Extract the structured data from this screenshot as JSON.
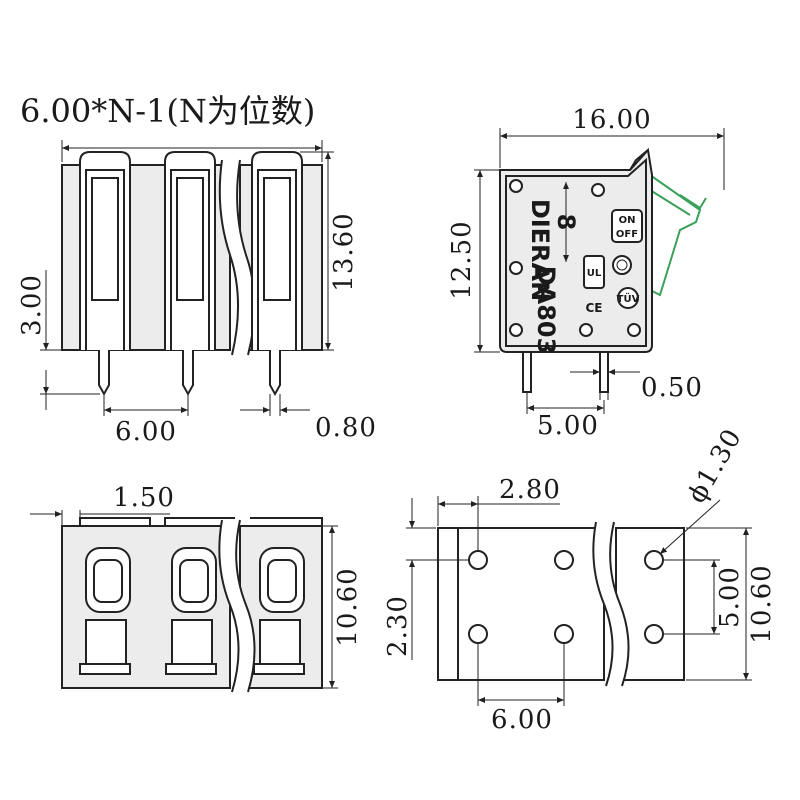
{
  "title": "6.00*N-1(N为位数)",
  "colors": {
    "line": "#222222",
    "body_fill": "#ececec",
    "lever_open": "#3aa05a"
  },
  "front_view": {
    "dims": {
      "pitch": "6.00",
      "height": "13.60",
      "pin_length": "3.00",
      "pin_width": "0.80"
    }
  },
  "side_view": {
    "dims": {
      "width": "16.00",
      "height": "12.50",
      "pin_width": "0.50",
      "pin_offset": "5.00"
    },
    "markings": {
      "brand": "DIERAN",
      "model": "DA803",
      "symbol": "8",
      "switch_on": "ON",
      "switch_off": "OFF",
      "cert_icons": [
        "cqc-mark",
        "ul-mark",
        "tuv-mark",
        "ce-mark"
      ]
    }
  },
  "bottom_view": {
    "dims": {
      "offset": "1.50",
      "height": "10.60"
    }
  },
  "pcb_layout": {
    "dims": {
      "hole_diameter": "ϕ1.30",
      "edge_offset": "2.80",
      "row_offset": "2.30",
      "row_pitch": "5.00",
      "height": "10.60",
      "pitch": "6.00"
    }
  }
}
